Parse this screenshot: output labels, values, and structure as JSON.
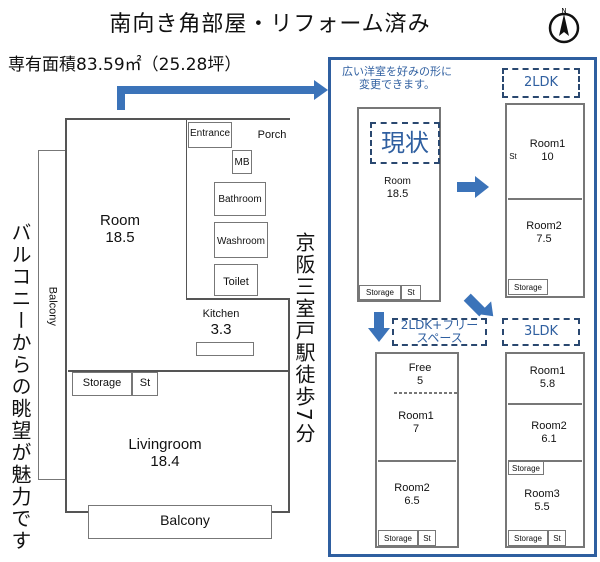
{
  "header": {
    "title": "南向き角部屋・リフォーム済み",
    "area": "専有面積83.59㎡（25.28坪）",
    "compass": "N"
  },
  "side_text": {
    "left": "バルコニーからの眺望が魅力です",
    "right": "京阪三室戸駅徒歩7分"
  },
  "main_plan": {
    "room": {
      "name": "Room",
      "size": "18.5"
    },
    "entrance": "Entrance",
    "porch": "Porch",
    "mb": "MB",
    "bathroom": "Bathroom",
    "washroom": "Washroom",
    "toilet": "Toilet",
    "kitchen": {
      "name": "Kitchen",
      "size": "3.3"
    },
    "storage": "Storage",
    "st": "St",
    "livingroom": {
      "name": "Livingroom",
      "size": "18.4"
    },
    "balcony_left": "Balcony",
    "balcony_bottom": "Balcony"
  },
  "panel": {
    "intro": "広い洋室を好みの形に 変更できます。",
    "current": {
      "badge": "現状",
      "room": "Room",
      "size": "18.5",
      "storage": "Storage",
      "st": "St"
    },
    "plan_2ldk": {
      "label": "2LDK",
      "rooms": [
        {
          "name": "Room1",
          "size": "10"
        },
        {
          "name": "Room2",
          "size": "7.5"
        }
      ],
      "st": "St",
      "storage": "Storage"
    },
    "plan_2ldk_free": {
      "label": "2LDK+フリースペース",
      "rooms": [
        {
          "name": "Free",
          "size": "5"
        },
        {
          "name": "Room1",
          "size": "7"
        },
        {
          "name": "Room2",
          "size": "6.5"
        }
      ],
      "storage": "Storage",
      "st": "St"
    },
    "plan_3ldk": {
      "label": "3LDK",
      "rooms": [
        {
          "name": "Room1",
          "size": "5.8"
        },
        {
          "name": "Room2",
          "size": "6.1"
        },
        {
          "name": "Room3",
          "size": "5.5"
        }
      ],
      "storage": "Storage",
      "st": "St"
    }
  },
  "colors": {
    "accent": "#2f5fa0",
    "arrow": "#3b73b9"
  }
}
